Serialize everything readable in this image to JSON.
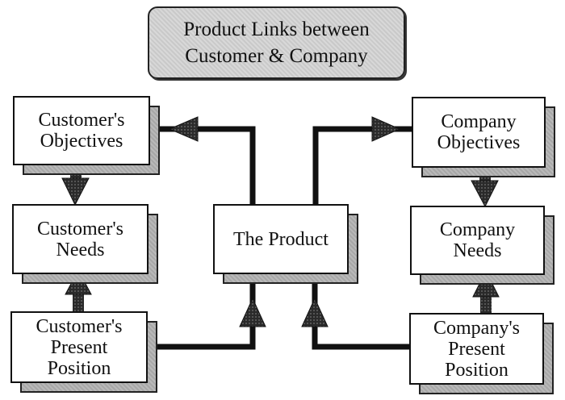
{
  "diagram": {
    "title": {
      "line1": "Product Links between",
      "line2": "Customer & Company"
    },
    "nodes": {
      "customer_objectives": {
        "lines": [
          "Customer's",
          "Objectives"
        ]
      },
      "customer_needs": {
        "lines": [
          "Customer's",
          "Needs"
        ]
      },
      "customer_present_position": {
        "lines": [
          "Customer's",
          "Present",
          "Position"
        ]
      },
      "the_product": {
        "lines": [
          "The Product"
        ]
      },
      "company_objectives": {
        "lines": [
          "Company",
          "Objectives"
        ]
      },
      "company_needs": {
        "lines": [
          "Company",
          "Needs"
        ]
      },
      "company_present_position": {
        "lines": [
          "Company's",
          "Present",
          "Position"
        ]
      }
    },
    "edges": [
      {
        "from": "the_product",
        "to": "customer_objectives"
      },
      {
        "from": "the_product",
        "to": "company_objectives"
      },
      {
        "from": "customer_objectives",
        "to": "customer_needs"
      },
      {
        "from": "customer_present_position",
        "to": "customer_needs"
      },
      {
        "from": "company_objectives",
        "to": "company_needs"
      },
      {
        "from": "company_present_position",
        "to": "company_needs"
      },
      {
        "from": "customer_present_position",
        "to": "the_product"
      },
      {
        "from": "company_present_position",
        "to": "the_product"
      }
    ]
  }
}
